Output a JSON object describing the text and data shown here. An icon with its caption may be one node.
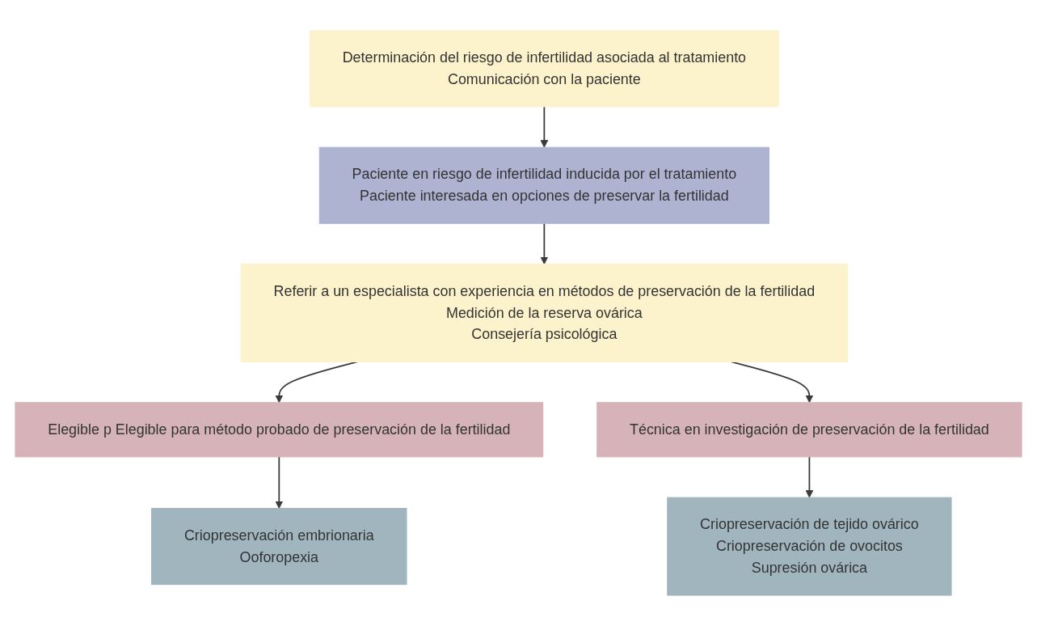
{
  "diagram": {
    "nodes": [
      {
        "text": [
          "Determinación del riesgo de infertilidad asociada al tratamiento",
          "Comunicación con la paciente"
        ]
      },
      {
        "text": [
          "Paciente en riesgo de infertilidad inducida por el tratamiento",
          "Paciente interesada en opciones de preservar la fertilidad"
        ]
      },
      {
        "text": [
          "Referir a un especialista con experiencia en métodos de preservación de la fertilidad",
          "Medición de la reserva ovárica",
          "Consejería psicológica"
        ]
      },
      {
        "text": [
          "Elegible p Elegible para método probado de preservación de la fertilidad"
        ]
      },
      {
        "text": [
          "Técnica en investigación de preservación de la fertilidad"
        ]
      },
      {
        "text": [
          "Criopreservación embrionaria",
          "Ooforopexia"
        ]
      },
      {
        "text": [
          "Criopreservación de tejido ovárico",
          "Criopreservación de ovocitos",
          "Supresión ovárica"
        ]
      }
    ],
    "edges": [
      {
        "from": 0,
        "to": 1,
        "arrow": "to"
      },
      {
        "from": 1,
        "to": 2,
        "arrow": "to"
      },
      {
        "from": 2,
        "to": 3,
        "arrow": "to"
      },
      {
        "from": 2,
        "to": 4,
        "arrow": "to"
      },
      {
        "from": 3,
        "to": 5,
        "arrow": "to"
      },
      {
        "from": 4,
        "to": 6,
        "arrow": "to"
      }
    ]
  }
}
